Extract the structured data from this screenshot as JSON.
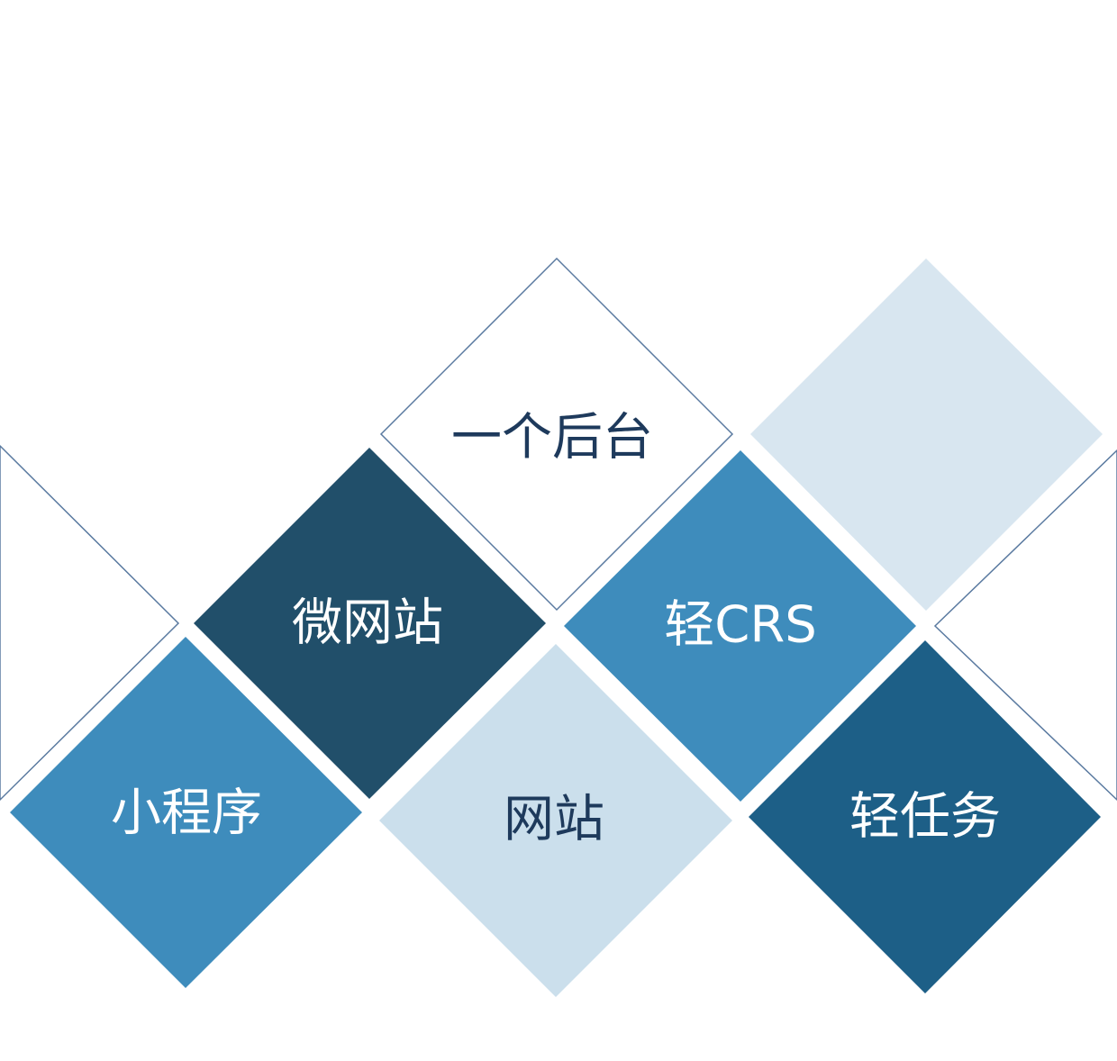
{
  "colors": {
    "outline": "#5a7aa0",
    "pale": "#d8e6f0",
    "light": "#cbdfec",
    "medium": "#3e8cbc",
    "navy": "#214f6a",
    "deep": "#1d5f87",
    "text_dark": "#1e3a5c",
    "text_light": "#ffffff"
  },
  "diagram": {
    "tiles": {
      "platform": {
        "label": "一个后台"
      },
      "microsite": {
        "label": "微网站"
      },
      "light_crs": {
        "label": "轻CRS"
      },
      "mini_program": {
        "label": "小程序"
      },
      "website": {
        "label": "网站"
      },
      "light_task": {
        "label": "轻任务"
      }
    }
  }
}
